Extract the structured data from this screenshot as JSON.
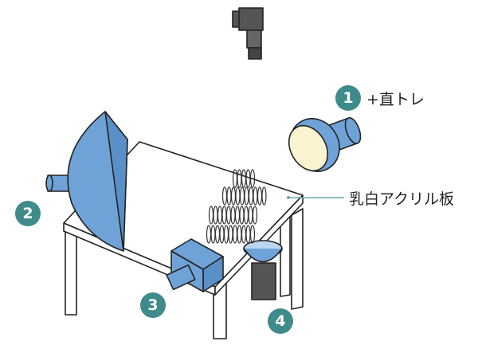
{
  "labels": {
    "n1": "1",
    "n2": "2",
    "n3": "3",
    "n4": "4",
    "light1_text": "+直トレ",
    "acrylic_text": "乳白アクリル板"
  },
  "colors": {
    "badge": "#3f8a8a",
    "blue": "#6fa3d8",
    "leader": "#6aa7a7",
    "camera": "#555555"
  }
}
